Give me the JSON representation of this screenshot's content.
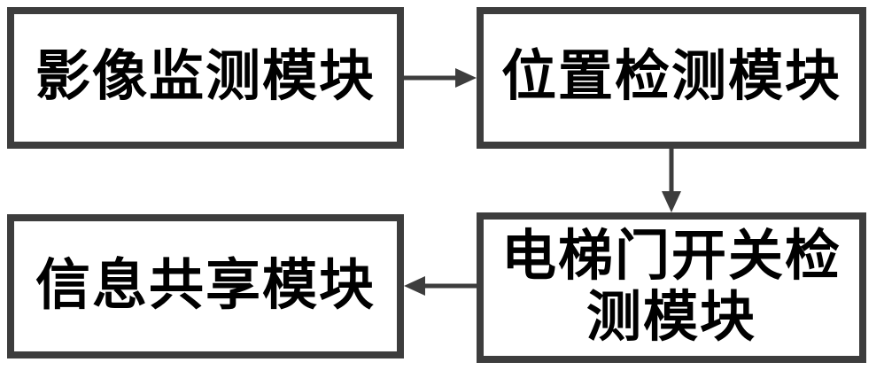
{
  "diagram": {
    "nodes": [
      {
        "id": "image-monitoring",
        "label": "影像监测模块"
      },
      {
        "id": "position-detection",
        "label": "位置检测模块"
      },
      {
        "id": "elevator-door-switch-detection",
        "label": "电梯门开关检\n测模块"
      },
      {
        "id": "information-sharing",
        "label": "信息共享模块"
      }
    ],
    "edges": [
      {
        "from": "image-monitoring",
        "to": "position-detection",
        "direction": "right"
      },
      {
        "from": "position-detection",
        "to": "elevator-door-switch-detection",
        "direction": "down"
      },
      {
        "from": "elevator-door-switch-detection",
        "to": "information-sharing",
        "direction": "left"
      }
    ],
    "colors": {
      "border": "#3d3d3d",
      "arrow": "#3d3d3d",
      "text": "#000000",
      "background": "#ffffff"
    }
  }
}
